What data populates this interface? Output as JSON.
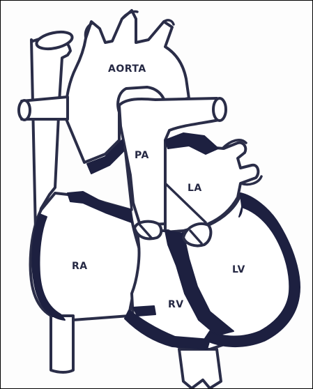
{
  "diagram": {
    "labels": {
      "aorta": "AORTA",
      "pa": "PA",
      "la": "LA",
      "ra": "RA",
      "lv": "LV",
      "rv": "RV"
    },
    "colors": {
      "ink": "#2a2d48",
      "muscle": "#1d2040",
      "background": "#ffffff"
    }
  }
}
